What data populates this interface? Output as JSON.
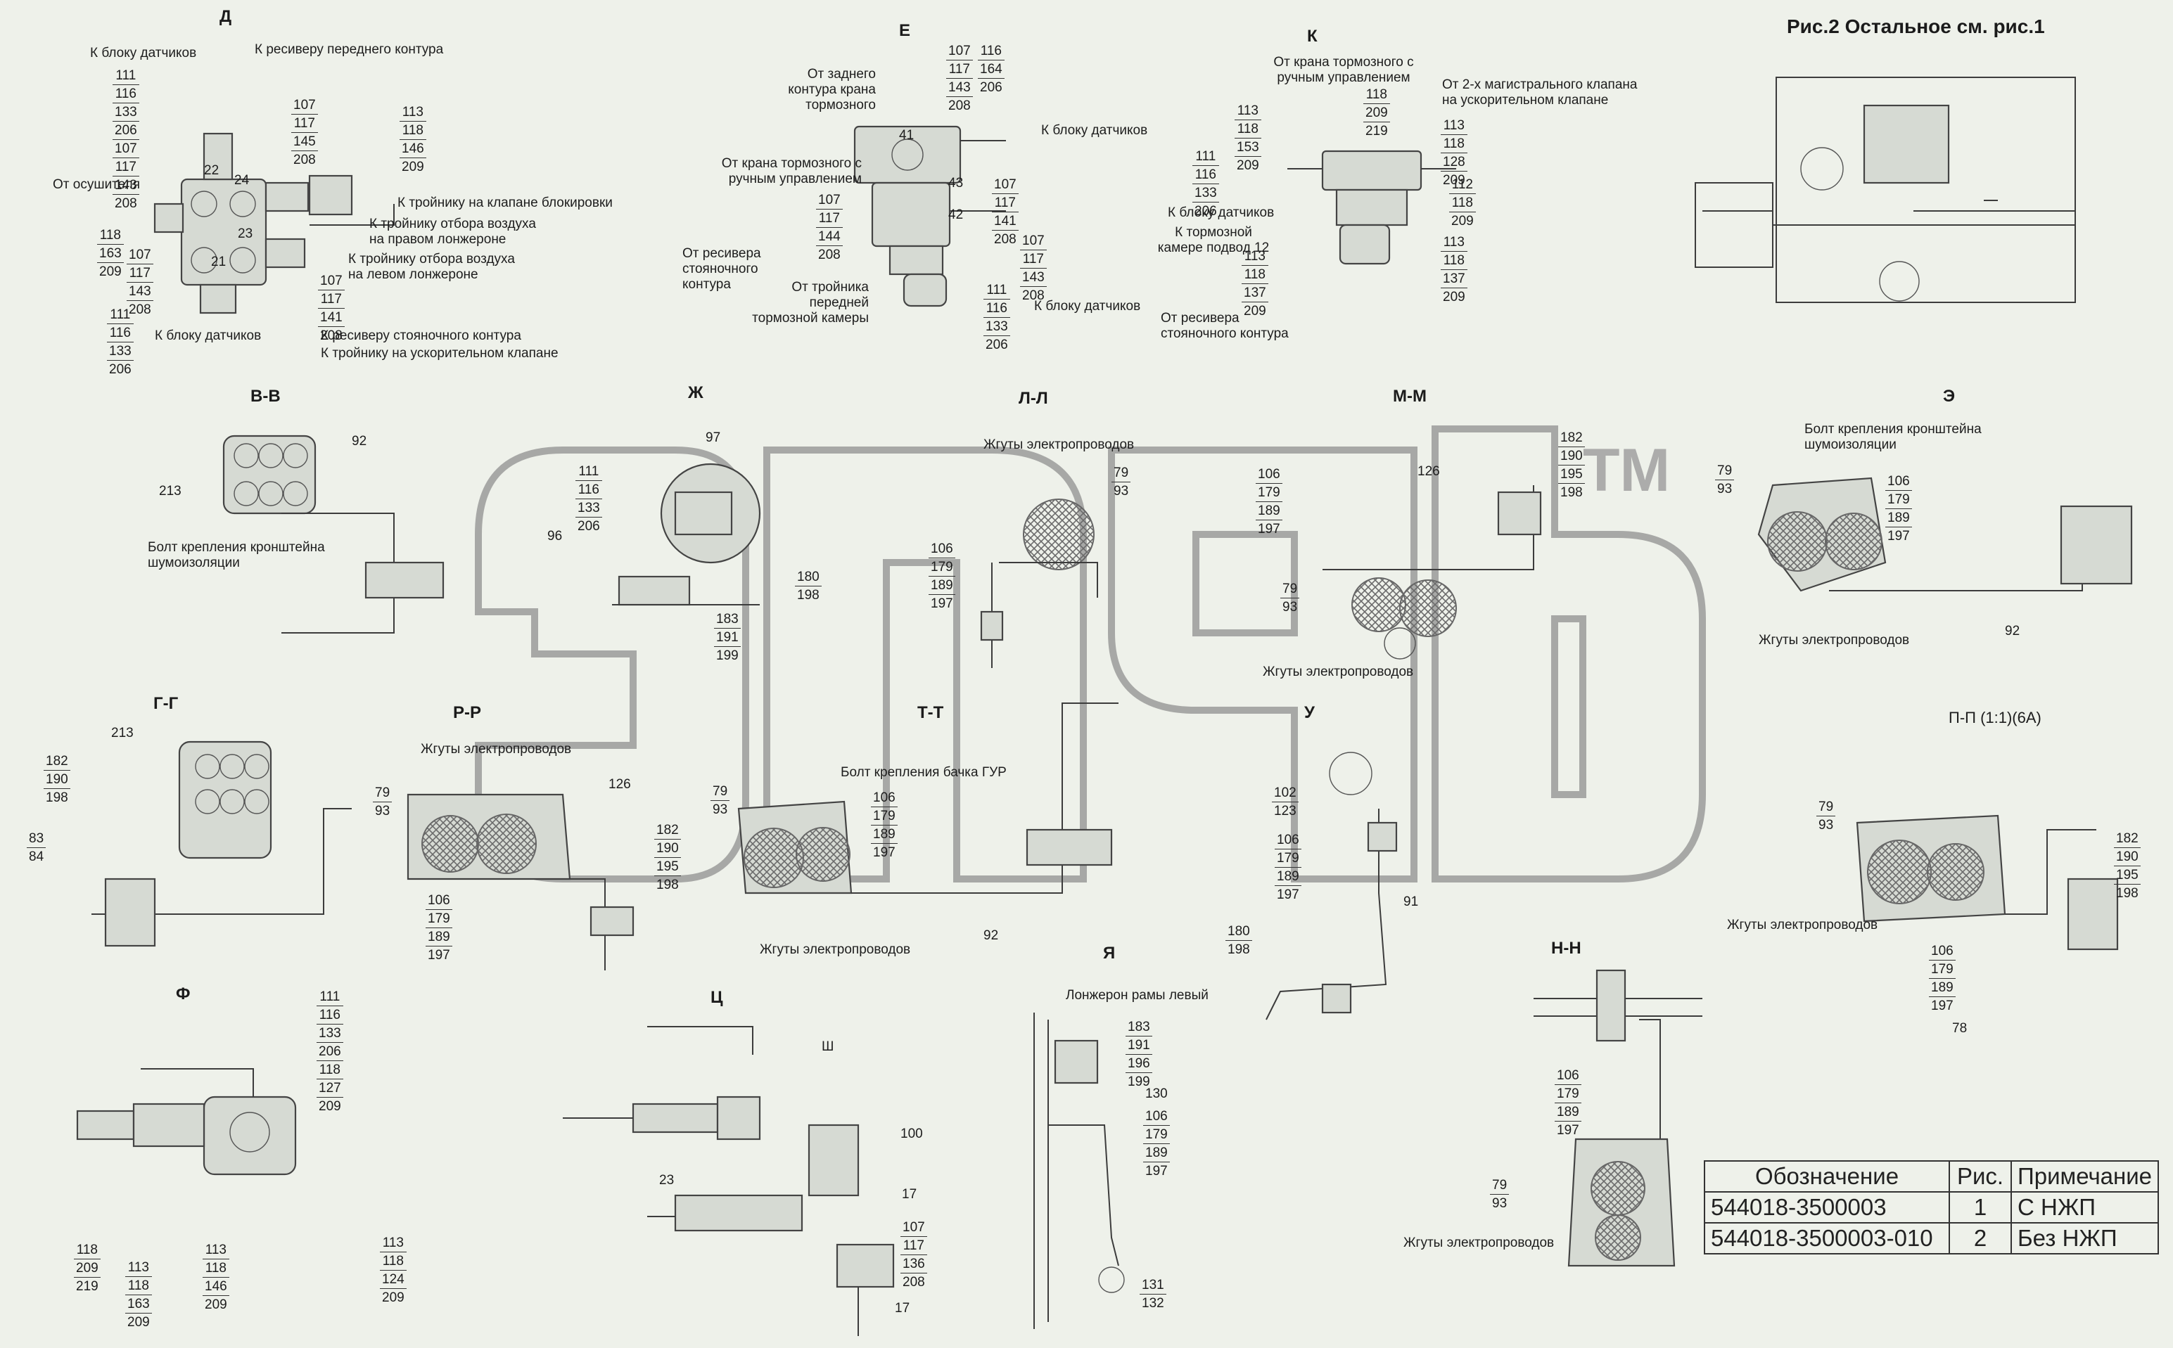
{
  "figure_title": "Рис.2 Остальное см. рис.1",
  "watermark": {
    "logo_text": "эпфб",
    "tm": "TM"
  },
  "sections": {
    "D": {
      "title": "Д",
      "labels": [
        "К блоку датчиков",
        "К ресиверу переднего контура",
        "От осушителя",
        "К тройнику на клапане блокировки",
        "К тройнику отбора воздуха на правом лонжероне",
        "К тройнику отбора воздуха на левом лонжероне",
        "К блоку датчиков",
        "К ресиверу стояночного контура",
        "К тройнику на ускорительном клапане"
      ],
      "nums": [
        "22",
        "24",
        "23",
        "21"
      ],
      "stacks": [
        [
          "111",
          "116",
          "133",
          "206",
          "107",
          "117",
          "143",
          "208"
        ],
        [
          "107",
          "117",
          "145",
          "208"
        ],
        [
          "113",
          "118",
          "146",
          "209"
        ],
        [
          "118",
          "163",
          "209"
        ],
        [
          "107",
          "117",
          "143",
          "208"
        ],
        [
          "107",
          "117",
          "141",
          "208"
        ],
        [
          "111",
          "116",
          "133",
          "206"
        ]
      ]
    },
    "E": {
      "title": "Е",
      "labels": [
        "От заднего контура крана тормозного",
        "От крана тормозного с ручным управлением",
        "К блоку датчиков",
        "От ресивера стояночного контура",
        "От тройника передней тормозной камеры",
        "К блоку датчиков"
      ],
      "nums": [
        "41",
        "43",
        "42"
      ],
      "stacks": [
        [
          "107",
          "117",
          "143",
          "208"
        ],
        [
          "116",
          "164",
          "206"
        ],
        [
          "107",
          "117",
          "144",
          "208"
        ],
        [
          "107",
          "117",
          "141",
          "208"
        ],
        [
          "107",
          "117",
          "143",
          "208"
        ],
        [
          "111",
          "116",
          "133",
          "206"
        ]
      ]
    },
    "K": {
      "title": "К",
      "labels": [
        "От крана тормозного с ручным управлением",
        "От 2-х магистрального клапана на ускорительном клапане",
        "К блоку датчиков",
        "К тормозной камере подвод 12",
        "От ресивера стояночного контура"
      ],
      "stacks": [
        [
          "113",
          "118",
          "153",
          "209"
        ],
        [
          "118",
          "209",
          "219"
        ],
        [
          "111",
          "116",
          "133",
          "206"
        ],
        [
          "113",
          "118",
          "128",
          "209"
        ],
        [
          "112",
          "118",
          "209"
        ],
        [
          "113",
          "118",
          "137",
          "209"
        ],
        [
          "113",
          "118",
          "137",
          "209"
        ]
      ]
    },
    "VV": {
      "title": "В-В",
      "labels": [
        "Болт крепления кронштейна шумоизоляции"
      ],
      "nums": [
        "213",
        "92"
      ]
    },
    "ZH": {
      "title": "Ж",
      "nums": [
        "97",
        "96"
      ],
      "stacks": [
        [
          "111",
          "116",
          "133",
          "206"
        ],
        [
          "180",
          "198"
        ],
        [
          "183",
          "191",
          "199"
        ]
      ]
    },
    "LL": {
      "title": "Л-Л",
      "labels": [
        "Жгуты электропроводов"
      ],
      "stacks": [
        [
          "79",
          "93"
        ],
        [
          "106",
          "179",
          "189",
          "197"
        ]
      ]
    },
    "MM": {
      "title": "М-М",
      "labels": [
        "Жгуты электропроводов"
      ],
      "nums": [
        "126"
      ],
      "stacks": [
        [
          "106",
          "179",
          "189",
          "197"
        ],
        [
          "182",
          "190",
          "195",
          "198"
        ],
        [
          "79",
          "93"
        ]
      ]
    },
    "E2": {
      "title": "Э",
      "labels": [
        "Болт крепления кронштейна шумоизоляции",
        "Жгуты электропроводов"
      ],
      "nums": [
        "92"
      ],
      "stacks": [
        [
          "79",
          "93"
        ],
        [
          "106",
          "179",
          "189",
          "197"
        ]
      ]
    },
    "GG": {
      "title": "Г-Г",
      "nums": [
        "213"
      ],
      "stacks": [
        [
          "182",
          "190",
          "198"
        ],
        [
          "83",
          "84"
        ]
      ]
    },
    "RR": {
      "title": "Р-Р",
      "labels": [
        "Жгуты электропроводов"
      ],
      "nums": [
        "126"
      ],
      "stacks": [
        [
          "79",
          "93"
        ],
        [
          "182",
          "190",
          "195",
          "198"
        ],
        [
          "106",
          "179",
          "189",
          "197"
        ]
      ]
    },
    "TT": {
      "title": "Т-Т",
      "labels": [
        "Болт крепления бачка ГУР",
        "Жгуты электропроводов"
      ],
      "nums": [
        "92"
      ],
      "stacks": [
        [
          "79",
          "93"
        ],
        [
          "106",
          "179",
          "189",
          "197"
        ]
      ]
    },
    "U": {
      "title": "У",
      "nums": [
        "91"
      ],
      "stacks": [
        [
          "102",
          "123"
        ],
        [
          "106",
          "179",
          "189",
          "197"
        ],
        [
          "180",
          "198"
        ]
      ]
    },
    "PP": {
      "title": "П-П (1:1)(6А)",
      "labels": [
        "Жгуты электропроводов"
      ],
      "nums": [
        "78"
      ],
      "stacks": [
        [
          "79",
          "93"
        ],
        [
          "182",
          "190",
          "195",
          "198"
        ],
        [
          "106",
          "179",
          "189",
          "197"
        ]
      ]
    },
    "F": {
      "title": "Ф",
      "stacks": [
        [
          "111",
          "116",
          "133",
          "206",
          "118",
          "127",
          "209"
        ],
        [
          "118",
          "209",
          "219"
        ],
        [
          "113",
          "118",
          "163",
          "209"
        ],
        [
          "113",
          "118",
          "146",
          "209"
        ],
        [
          "113",
          "118",
          "124",
          "209"
        ]
      ]
    },
    "TS": {
      "title": "Ц",
      "nums": [
        "Ш",
        "100",
        "23",
        "17",
        "17"
      ],
      "stacks": [
        [
          "107",
          "117",
          "136",
          "208"
        ]
      ]
    },
    "YA": {
      "title": "Я",
      "labels": [
        "Лонжерон рамы левый"
      ],
      "nums": [
        "130"
      ],
      "stacks": [
        [
          "183",
          "191",
          "196",
          "199"
        ],
        [
          "106",
          "179",
          "189",
          "197"
        ],
        [
          "131",
          "132"
        ]
      ]
    },
    "NN": {
      "title": "Н-Н",
      "labels": [
        "Жгуты электропроводов"
      ],
      "stacks": [
        [
          "106",
          "179",
          "189",
          "197"
        ],
        [
          "79",
          "93"
        ]
      ]
    }
  },
  "spec_table": {
    "headers": [
      "Обозначение",
      "Рис.",
      "Примечание"
    ],
    "rows": [
      [
        "544018-3500003",
        "1",
        "С НЖП"
      ],
      [
        "544018-3500003-010",
        "2",
        "Без НЖП"
      ]
    ]
  }
}
